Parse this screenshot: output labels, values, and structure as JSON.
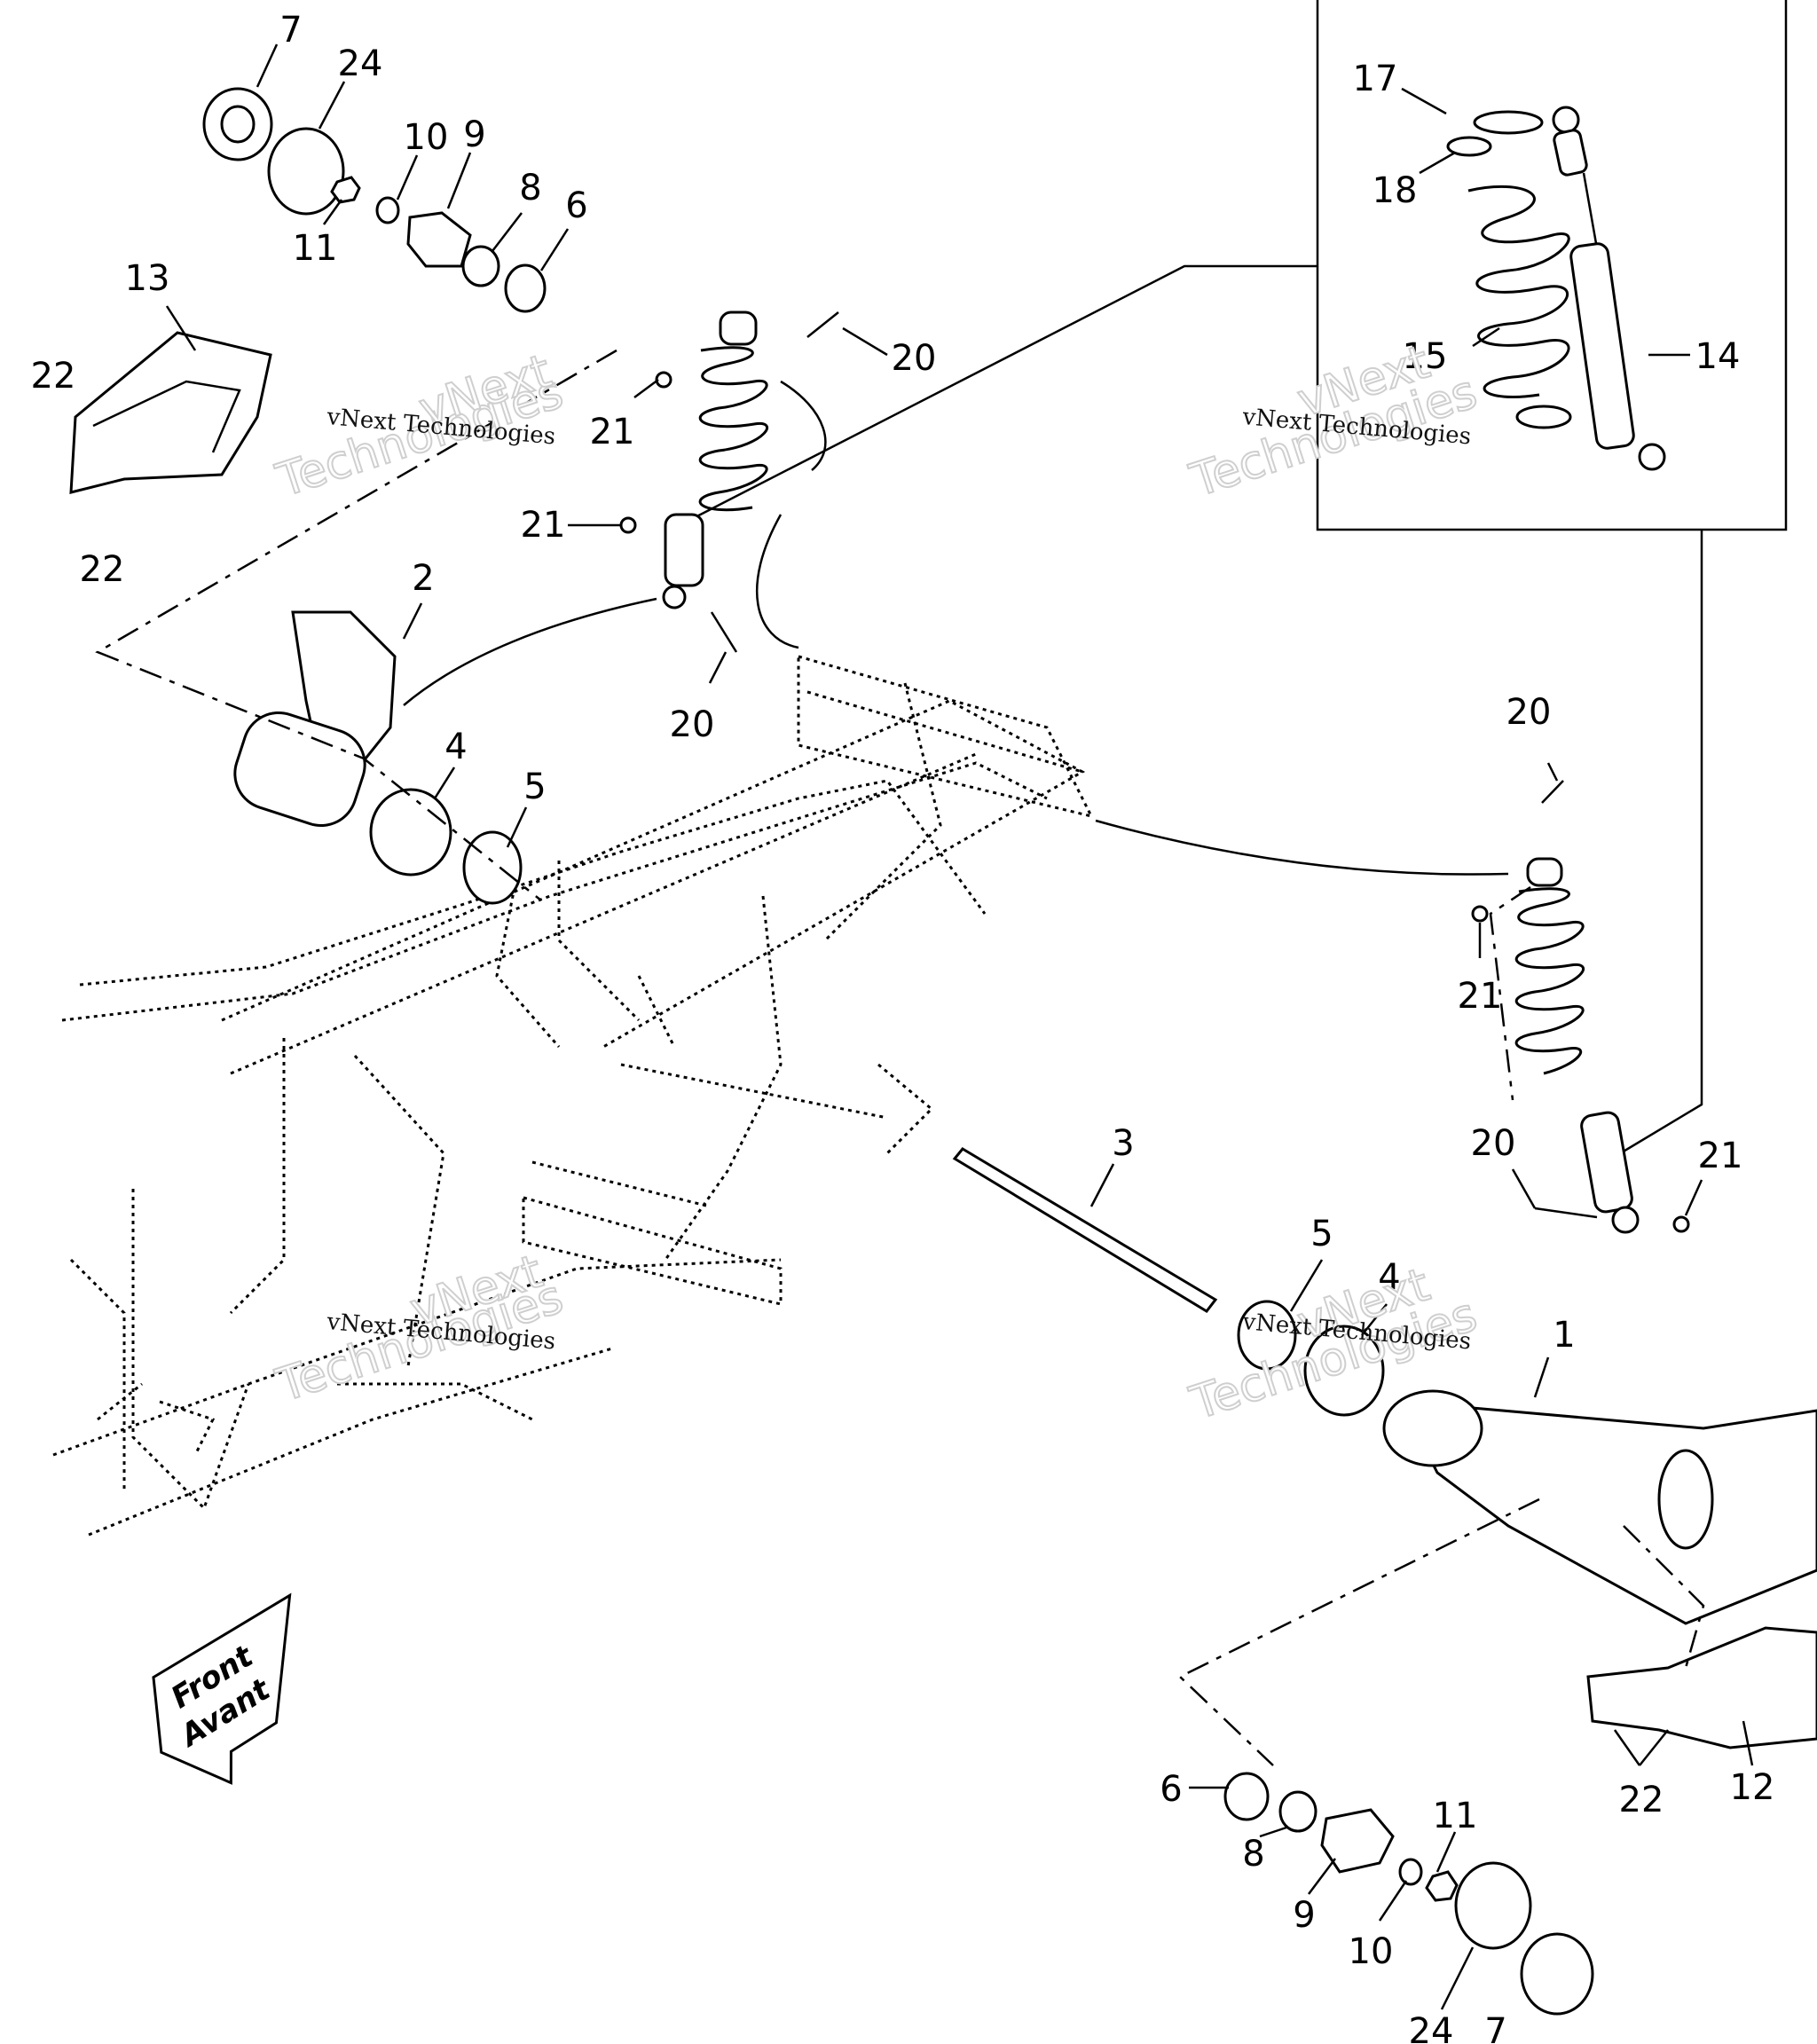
{
  "watermark": {
    "line1": "vNext Technologies",
    "big_word1": "vNext",
    "big_word2": "Technologies"
  },
  "front_marker": {
    "line1": "Front",
    "line2": "Avant"
  },
  "callouts": {
    "c7_top": "7",
    "c24_top": "24",
    "c10_top": "10",
    "c9_top": "9",
    "c8_top": "8",
    "c6_top": "6",
    "c11_top": "11",
    "c13": "13",
    "c22_a": "22",
    "c22_b": "22",
    "c20_a": "20",
    "c21_a": "21",
    "c21_b": "21",
    "c2": "2",
    "c20_b": "20",
    "c4_left": "4",
    "c5_left": "5",
    "c17": "17",
    "c18": "18",
    "c15": "15",
    "c14": "14",
    "c20_c": "20",
    "c21_c": "21",
    "c20_d": "20",
    "c21_d": "21",
    "c3": "3",
    "c5_right": "5",
    "c4_right": "4",
    "c1": "1",
    "c6_bottom": "6",
    "c8_bottom": "8",
    "c9_bottom": "9",
    "c10_bottom": "10",
    "c11_bottom": "11",
    "c24_bottom": "24",
    "c7_bottom": "7",
    "c22_c": "22",
    "c12": "12"
  },
  "colors": {
    "line": "#000000",
    "background": "#ffffff"
  }
}
